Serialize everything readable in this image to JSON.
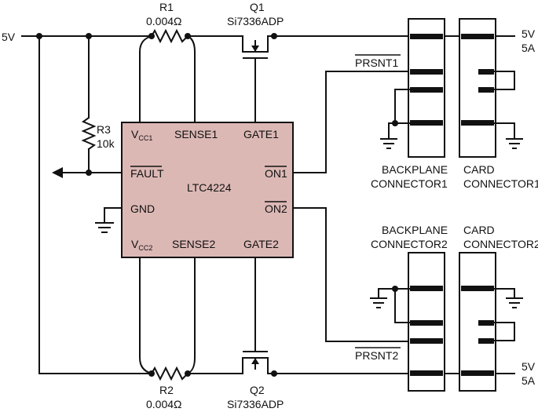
{
  "diagram": {
    "supply_label": "5V",
    "r1": {
      "ref": "R1",
      "value": "0.004Ω"
    },
    "r2": {
      "ref": "R2",
      "value": "0.004Ω"
    },
    "r3": {
      "ref": "R3",
      "value": "10k"
    },
    "q1": {
      "ref": "Q1",
      "part": "Si7336ADP"
    },
    "q2": {
      "ref": "Q2",
      "part": "Si7336ADP"
    },
    "ic": {
      "name": "LTC4224",
      "pins": {
        "vcc1": "V",
        "vcc1_sub": "CC1",
        "sense1": "SENSE1",
        "gate1": "GATE1",
        "fault": "FAULT",
        "on1": "ON1",
        "gnd": "GND",
        "on2": "ON2",
        "vcc2": "V",
        "vcc2_sub": "CC2",
        "sense2": "SENSE2",
        "gate2": "GATE2"
      },
      "fill_color": "#dcb8b5"
    },
    "prsnt1": "PRSNT1",
    "prsnt2": "PRSNT2",
    "out1": {
      "voltage": "5V",
      "current": "5A"
    },
    "out2": {
      "voltage": "5V",
      "current": "5A"
    },
    "backplane1": [
      "BACKPLANE",
      "CONNECTOR1"
    ],
    "card1": [
      "CARD",
      "CONNECTOR1"
    ],
    "backplane2": [
      "BACKPLANE",
      "CONNECTOR2"
    ],
    "card2": [
      "CARD",
      "CONNECTOR2"
    ]
  }
}
